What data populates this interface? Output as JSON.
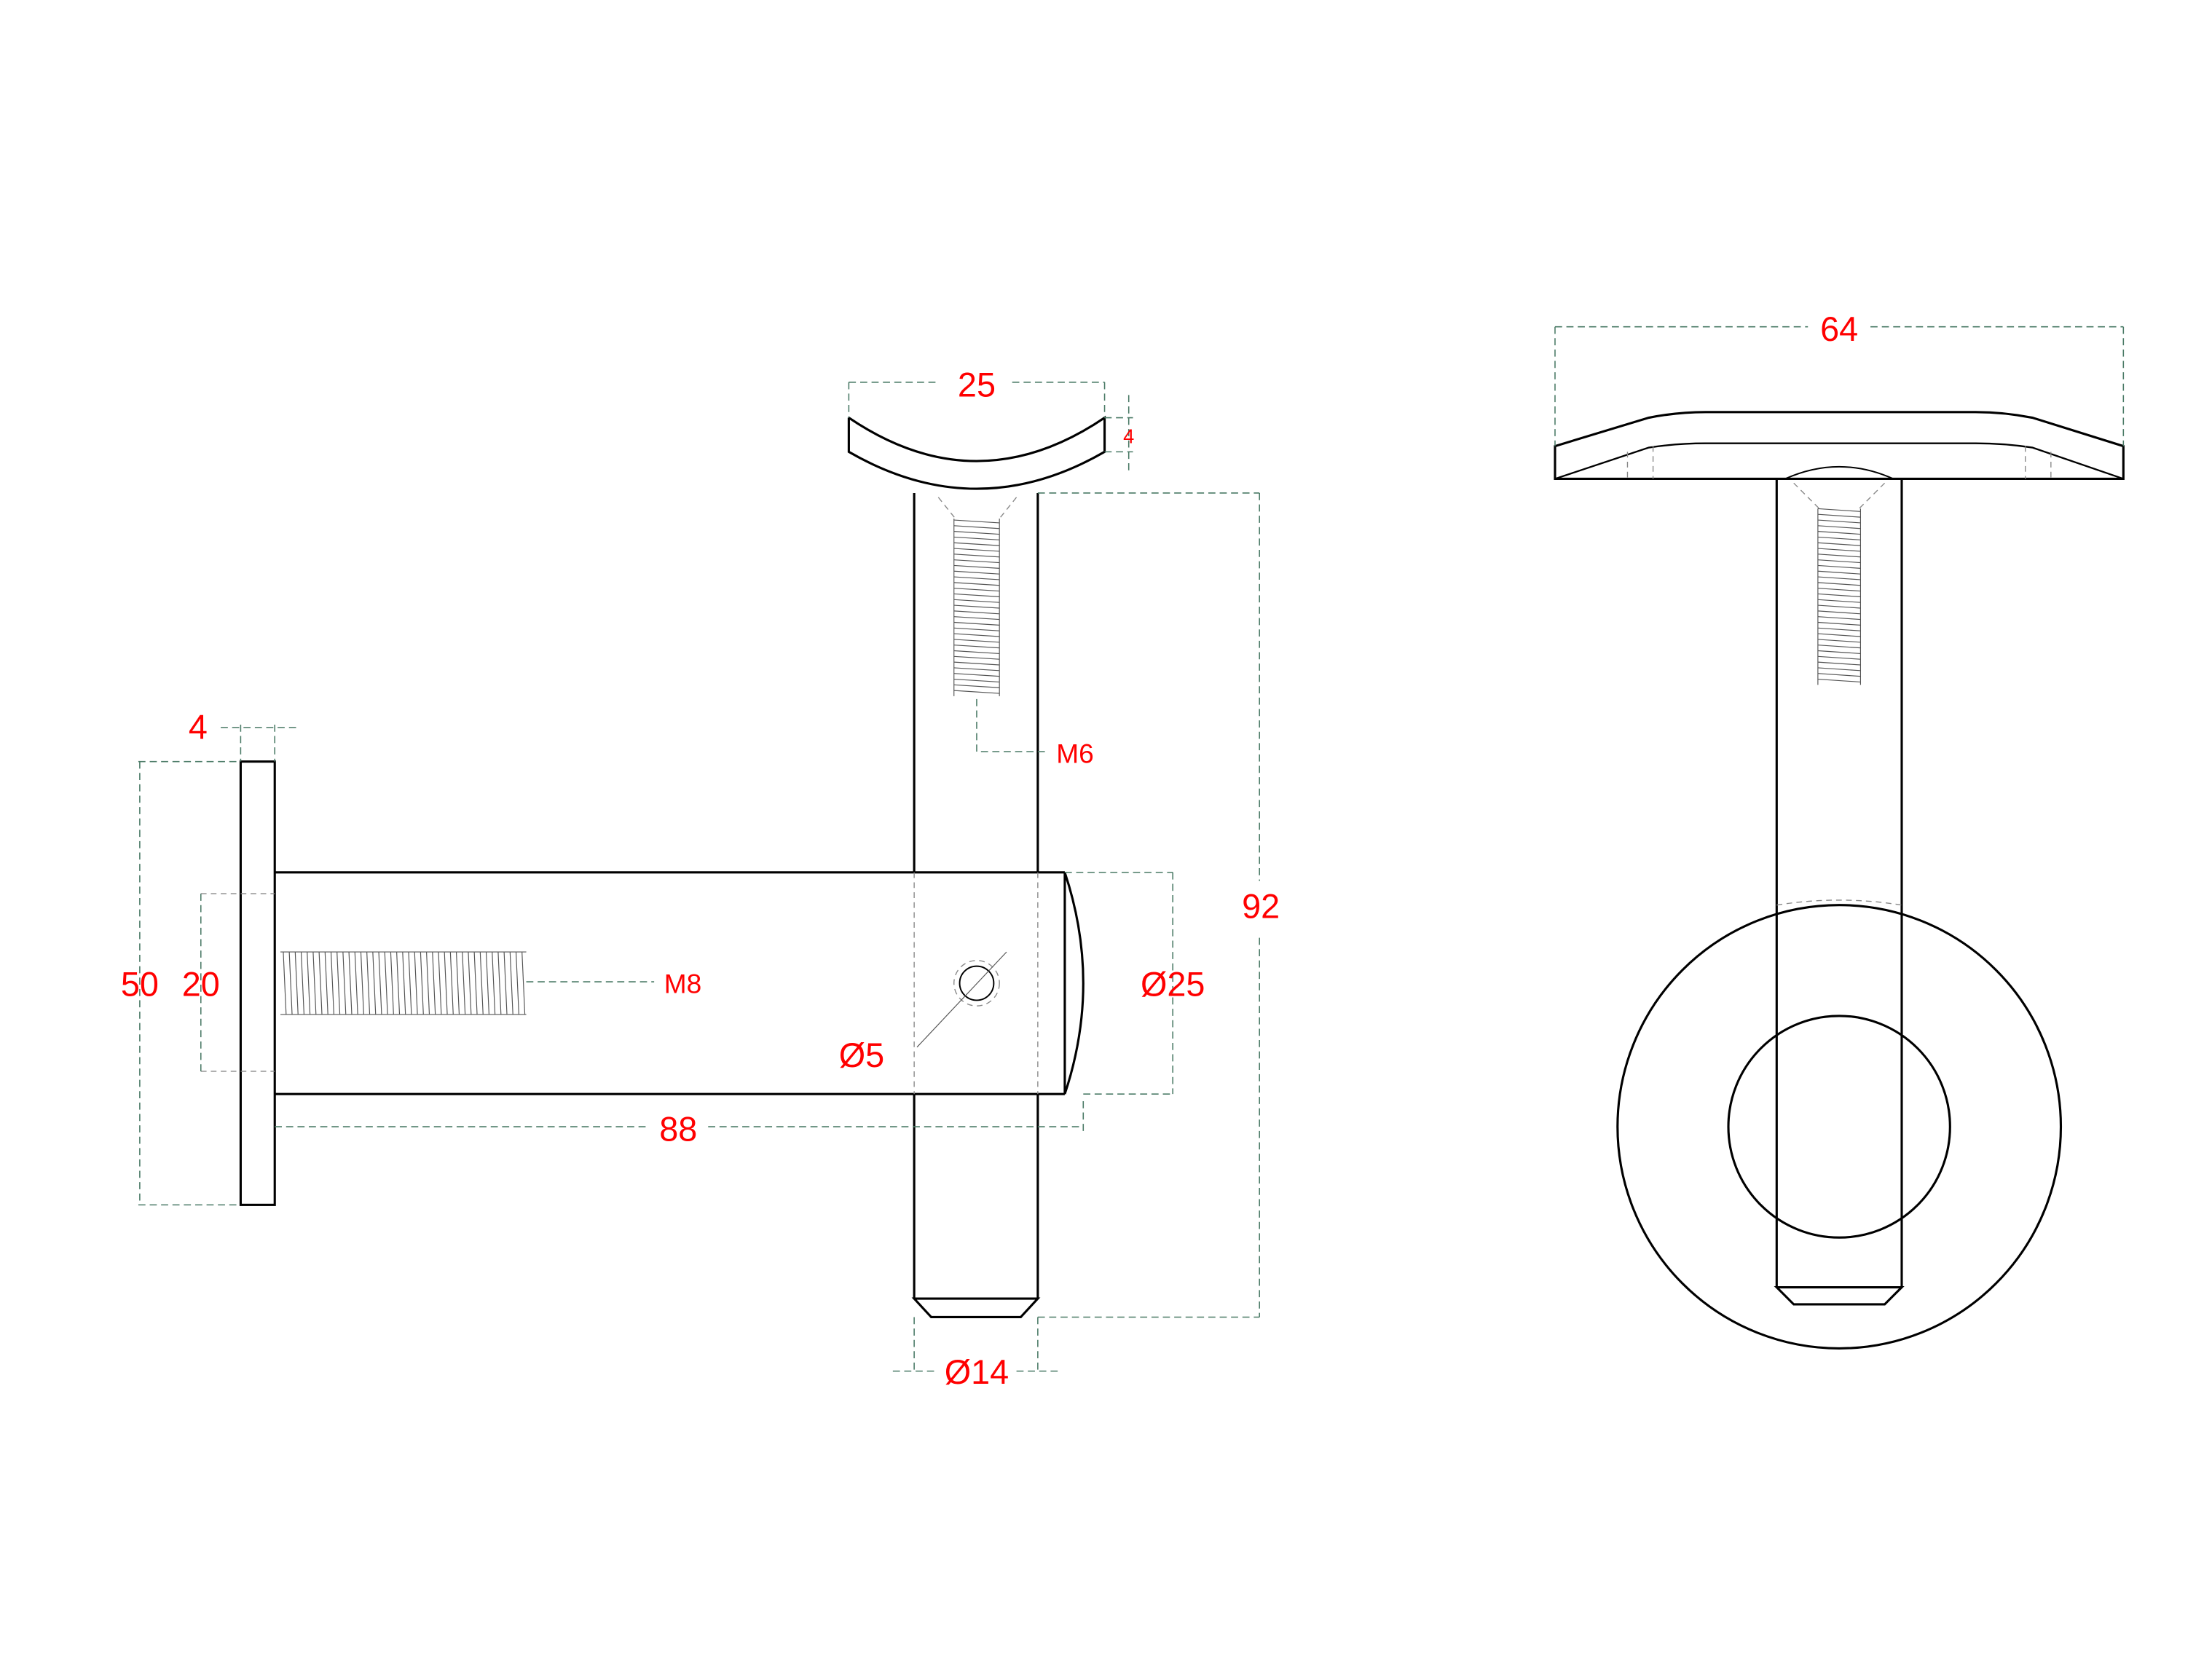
{
  "side_view": {
    "dims": {
      "plate_thickness": "4",
      "plate_height": "50",
      "bolt_spacing": "20",
      "thread_main": "M8",
      "arm_length": "88",
      "arm_diameter": "Ø25",
      "pin_hole": "Ø5",
      "saddle_width": "25",
      "saddle_thickness": "4",
      "thread_top": "M6",
      "total_height": "92",
      "post_diameter": "Ø14"
    }
  },
  "front_view": {
    "dims": {
      "saddle_length": "64"
    }
  },
  "colors": {
    "dimension_text": "#ff0000",
    "dimension_line": "#4a7a66",
    "outline": "#000000"
  }
}
